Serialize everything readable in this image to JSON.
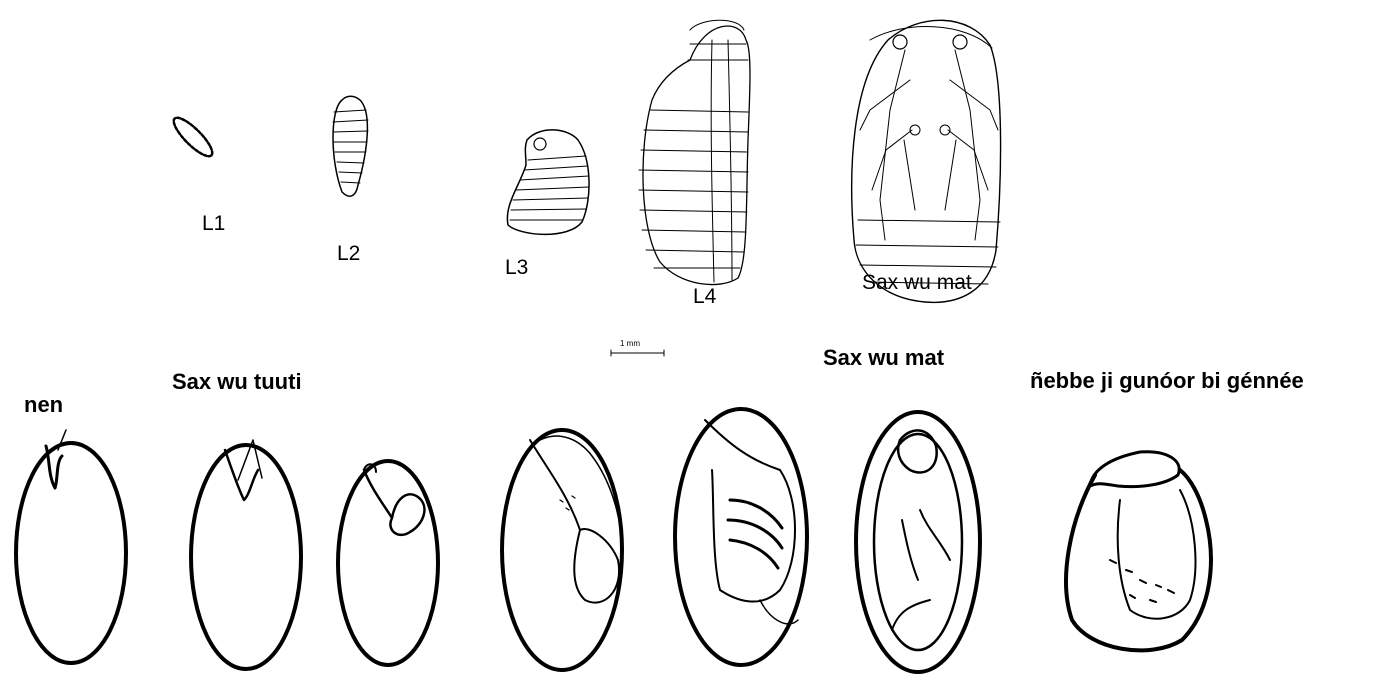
{
  "larval_stages": {
    "l1": "L1",
    "l2": "L2",
    "l3": "L3",
    "l4": "L4",
    "adult": "Sax wu mat"
  },
  "scale_bar": "1 mm",
  "seed_stages": {
    "egg": "nen",
    "young_larva": "Sax wu tuuti",
    "adult_in_seed": "Sax wu mat",
    "exit_hole": "ñebbe ji gunóor bi génnée"
  }
}
